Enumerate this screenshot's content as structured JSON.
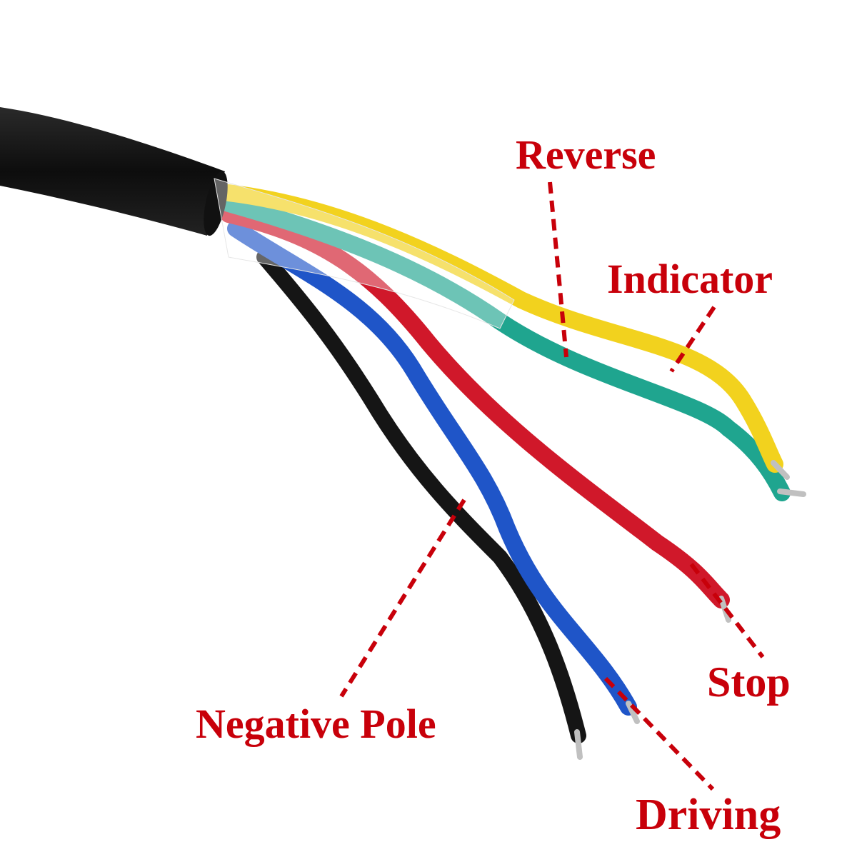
{
  "image": {
    "description": "Multi-core cable with stripped wires annotated by function",
    "background": "#ffffff",
    "accent_color": "#c8000a"
  },
  "labels": {
    "reverse": "Reverse",
    "indicator": "Indicator",
    "stop": "Stop",
    "driving": "Driving",
    "negative_pole": "Negative Pole"
  },
  "wires": [
    {
      "color_name": "yellow",
      "hex": "#f2d21e",
      "function": "Indicator"
    },
    {
      "color_name": "green",
      "hex": "#1fa58f",
      "function": "Reverse"
    },
    {
      "color_name": "red",
      "hex": "#d0182a",
      "function": "Stop"
    },
    {
      "color_name": "blue",
      "hex": "#1f55c8",
      "function": "Driving"
    },
    {
      "color_name": "black",
      "hex": "#1a1a1a",
      "function": "Negative Pole"
    }
  ]
}
